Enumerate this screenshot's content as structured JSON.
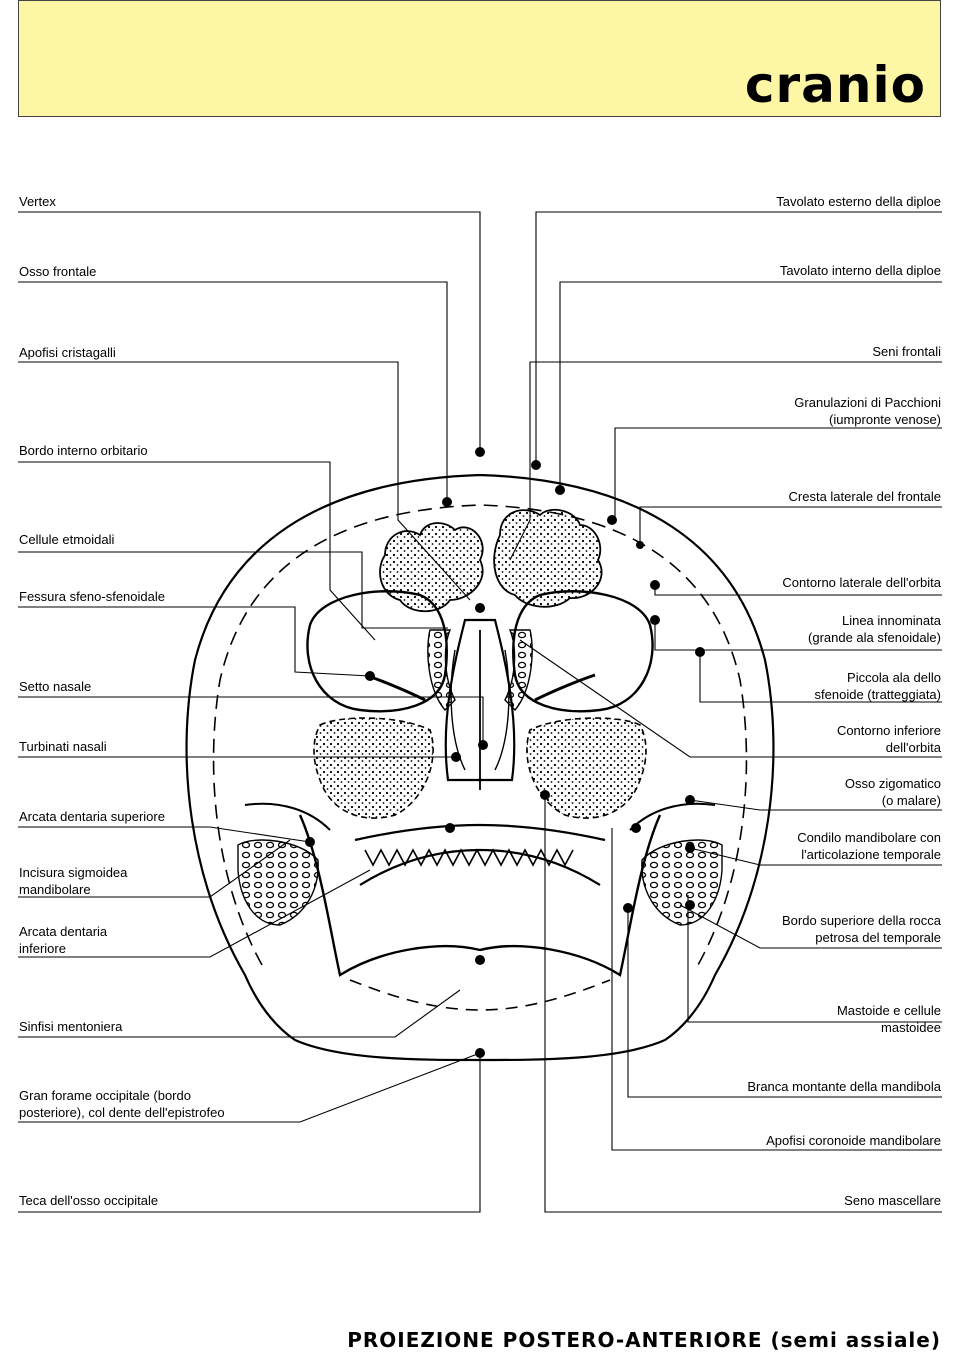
{
  "title": "cranio",
  "footer": "PROIEZIONE POSTERO-ANTERIORE (semi assiale)",
  "labels_left": [
    "Vertex",
    "Osso frontale",
    "Apofisi cristagalli",
    "Bordo interno orbitario",
    "Cellule etmoidali",
    "Fessura sfeno-sfenoidale",
    "Setto nasale",
    "Turbinati nasali",
    "Arcata dentaria superiore",
    "Incisura sigmoidea\nmandibolare",
    "Arcata dentaria\ninferiore",
    "Sinfisi mentoniera",
    "Gran forame occipitale (bordo\nposteriore), col dente dell'epistrofeo",
    "Teca dell'osso occipitale"
  ],
  "labels_right": [
    "Tavolato esterno della diploe",
    "Tavolato interno della diploe",
    "Seni frontali",
    "Granulazioni di Pacchioni\n(iumpronte venose)",
    "Cresta laterale del frontale",
    "Contorno laterale dell'orbita",
    "Linea innominata\n(grande ala sfenoidale)",
    "Piccola ala dello\nsfenoide (tratteggiata)",
    "Contorno inferiore\ndell'orbita",
    "Osso zigomatico\n(o malare)",
    "Condilo mandibolare con\nl'articolazione temporale",
    "Bordo superiore della rocca\npetrosa del temporale",
    "Mastoide e cellule\nmastoidee",
    "Branca montante della mandibola",
    "Apofisi coronoide mandibolare",
    "Seno mascellare"
  ]
}
